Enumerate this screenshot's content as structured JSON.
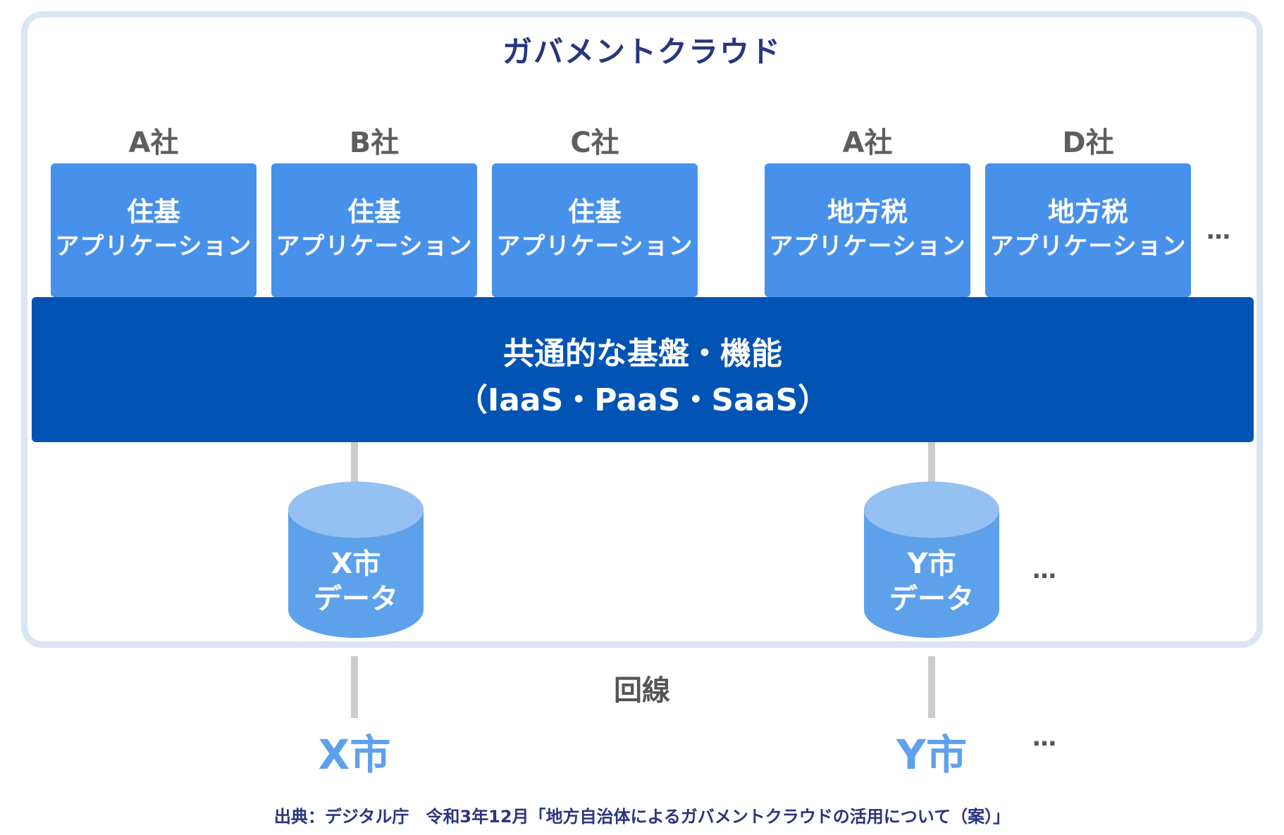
{
  "cloud": {
    "title": "ガバメントクラウド"
  },
  "apps": [
    {
      "company": "A社",
      "line1": "住基",
      "line2": "アプリケーション"
    },
    {
      "company": "B社",
      "line1": "住基",
      "line2": "アプリケーション"
    },
    {
      "company": "C社",
      "line1": "住基",
      "line2": "アプリケーション"
    },
    {
      "company": "A社",
      "line1": "地方税",
      "line2": "アプリケーション"
    },
    {
      "company": "D社",
      "line1": "地方税",
      "line2": "アプリケーション"
    }
  ],
  "apps_more": "…",
  "platform": {
    "line1": "共通的な基盤・機能",
    "line2": "（IaaS・PaaS・SaaS）"
  },
  "databases": [
    {
      "line1": "X市",
      "line2": "データ"
    },
    {
      "line1": "Y市",
      "line2": "データ"
    }
  ],
  "databases_more": "…",
  "network_label": "回線",
  "cities": [
    "X市",
    "Y市"
  ],
  "cities_more": "…",
  "source": "出典：デジタル庁　令和3年12月「地方自治体によるガバメントクラウドの活用について（案）」",
  "colors": {
    "app_box": "#4891ea",
    "platform": "#0154b4",
    "cylinder_top": "#95c0f2",
    "cylinder_body": "#5ea1eb",
    "title": "#28357f"
  }
}
